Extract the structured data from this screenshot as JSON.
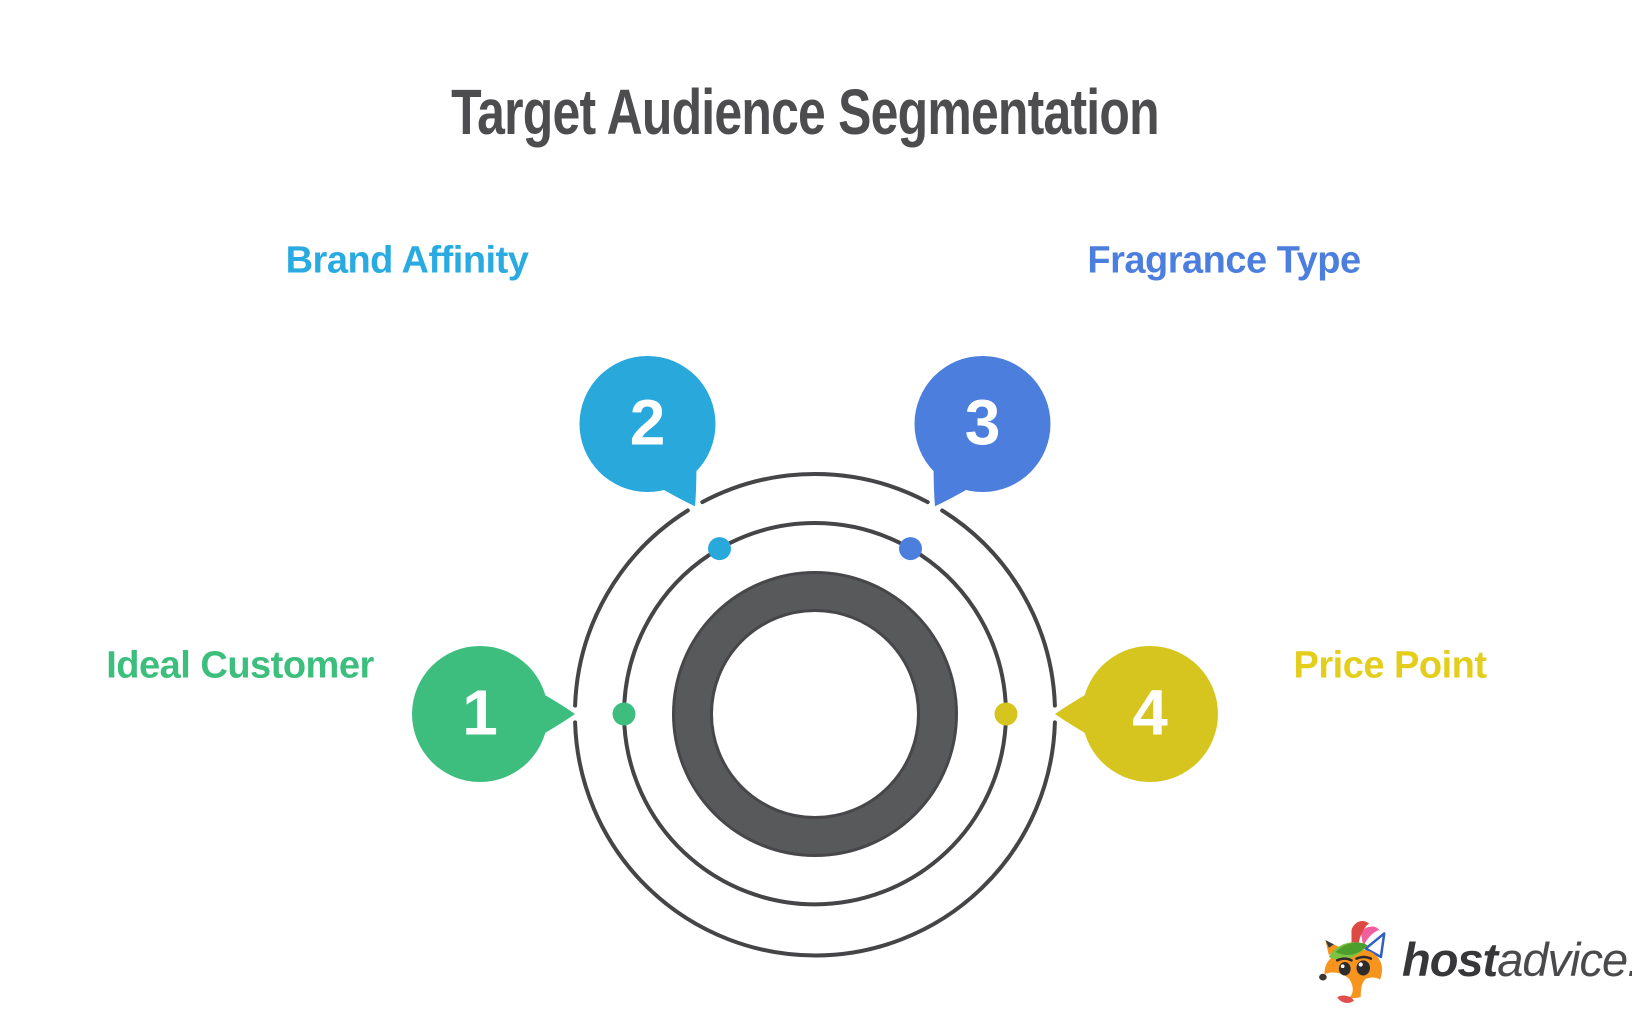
{
  "title": "Target Audience Segmentation",
  "segments": [
    {
      "number": "1",
      "label": "Ideal Customer",
      "color": "#3DBE7E",
      "label_color": "#3CBE7D"
    },
    {
      "number": "2",
      "label": "Brand Affinity",
      "color": "#29A8DC",
      "label_color": "#29ABE2"
    },
    {
      "number": "3",
      "label": "Fragrance Type",
      "color": "#4C7EDE",
      "label_color": "#4C7EDE"
    },
    {
      "number": "4",
      "label": "Price Point",
      "color": "#D7C51F",
      "label_color": "#E3CE1B"
    }
  ],
  "diagram": {
    "ring_color": "#58595B",
    "outline_color": "#454548"
  },
  "logo": {
    "name_bold": "host",
    "name_light": "advice."
  }
}
